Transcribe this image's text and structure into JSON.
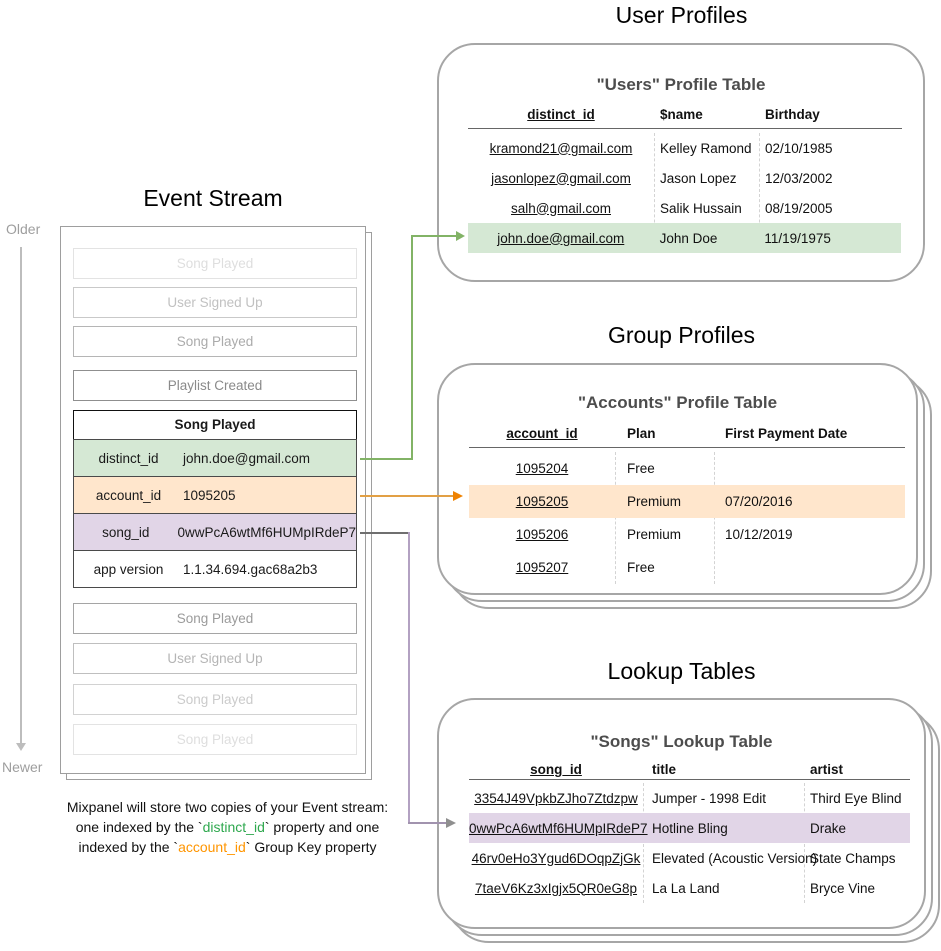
{
  "titles": {
    "event_stream": "Event Stream",
    "user_profiles": "User Profiles",
    "group_profiles": "Group Profiles",
    "lookup_tables": "Lookup Tables"
  },
  "timeline": {
    "older": "Older",
    "newer": "Newer"
  },
  "event_stream": {
    "events": [
      "Song Played",
      "User Signed Up",
      "Song Played",
      "Playlist Created",
      "Song Played",
      "User Signed Up",
      "Song Played",
      "Song Played"
    ],
    "expanded_event": {
      "title": "Song Played",
      "properties": [
        {
          "key": "distinct_id",
          "value": "john.doe@gmail.com",
          "highlight": "green"
        },
        {
          "key": "account_id",
          "value": "1095205",
          "highlight": "orange"
        },
        {
          "key": "song_id",
          "value": "0wwPcA6wtMf6HUMpIRdeP7",
          "highlight": "purple"
        },
        {
          "key": "app version",
          "value": "1.1.34.694.gac68a2b3",
          "highlight": "none"
        }
      ]
    }
  },
  "users_table": {
    "title": "\"Users\" Profile Table",
    "columns": [
      "distinct_id",
      "$name",
      "Birthday"
    ],
    "rows": [
      [
        "kramond21@gmail.com",
        "Kelley Ramond",
        "02/10/1985"
      ],
      [
        "jasonlopez@gmail.com",
        "Jason Lopez",
        "12/03/2002"
      ],
      [
        "salh@gmail.com",
        "Salik Hussain",
        "08/19/2005"
      ],
      [
        "john.doe@gmail.com",
        "John Doe",
        "11/19/1975"
      ]
    ],
    "highlighted_row": 3
  },
  "accounts_table": {
    "title": "\"Accounts\" Profile Table",
    "columns": [
      "account_id",
      "Plan",
      "First Payment Date"
    ],
    "rows": [
      [
        "1095204",
        "Free",
        ""
      ],
      [
        "1095205",
        "Premium",
        "07/20/2016"
      ],
      [
        "1095206",
        "Premium",
        "10/12/2019"
      ],
      [
        "1095207",
        "Free",
        ""
      ]
    ],
    "highlighted_row": 1
  },
  "songs_table": {
    "title": "\"Songs\" Lookup Table",
    "columns": [
      "song_id",
      "title",
      "artist"
    ],
    "rows": [
      [
        "3354J49VpkbZJho7Ztdzpw",
        "Jumper - 1998 Edit",
        "Third Eye Blind"
      ],
      [
        "0wwPcA6wtMf6HUMpIRdeP7",
        "Hotline Bling",
        "Drake"
      ],
      [
        "46rv0eHo3Ygud6DOqpZjGk",
        "Elevated (Acoustic Version)",
        "State Champs"
      ],
      [
        "7taeV6Kz3xIgjx5QR0eG8p",
        "La La Land",
        "Bryce Vine"
      ]
    ],
    "highlighted_row": 1
  },
  "caption": {
    "line1": "Mixpanel will store two copies of your Event stream:",
    "line2_pre": "one indexed by the `",
    "line2_key": "distinct_id",
    "line2_post": "` property and one",
    "line3_pre": "indexed by the `",
    "line3_key": "account_id",
    "line3_post": "` Group Key property"
  },
  "colors": {
    "green_highlight": "#d5e8d4",
    "orange_highlight": "#ffe6cc",
    "purple_highlight": "#e1d5e7",
    "green_arrow": "#82b366",
    "orange_arrow": "#e2a045",
    "purple_arrow": "#b3a1c2",
    "caption_green_text": "#2ea84e",
    "caption_orange_text": "#ff9500"
  }
}
